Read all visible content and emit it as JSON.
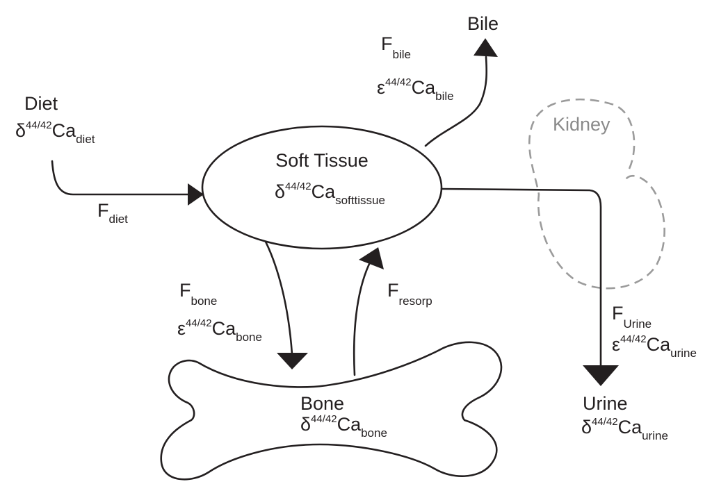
{
  "diagram": {
    "diet": {
      "name": "Diet",
      "symbol": "δ",
      "isotope_sup": "44/42",
      "element": "Ca",
      "sub": "diet"
    },
    "soft_tissue": {
      "name": "Soft Tissue",
      "symbol": "δ",
      "isotope_sup": "44/42",
      "element": "Ca",
      "sub": "softtissue"
    },
    "bile": {
      "name": "Bile",
      "flux_letter": "F",
      "flux_sub": "bile",
      "symbol": "ε",
      "isotope_sup": "44/42",
      "element": "Ca",
      "sub": "bile"
    },
    "kidney": {
      "name": "Kidney"
    },
    "flux_diet": {
      "letter": "F",
      "sub": "diet"
    },
    "flux_bone": {
      "letter": "F",
      "sub": "bone",
      "symbol": "ε",
      "isotope_sup": "44/42",
      "element": "Ca",
      "iso_sub": "bone"
    },
    "flux_resorp": {
      "letter": "F",
      "sub": "resorp"
    },
    "flux_urine": {
      "letter": "F",
      "sub": "Urine",
      "symbol": "ε",
      "isotope_sup": "44/42",
      "element": "Ca",
      "iso_sub": "urine"
    },
    "bone": {
      "name": "Bone",
      "symbol": "δ",
      "isotope_sup": "44/42",
      "element": "Ca",
      "sub": "bone"
    },
    "urine": {
      "name": "Urine",
      "symbol": "δ",
      "isotope_sup": "44/42",
      "element": "Ca",
      "sub": "urine"
    }
  }
}
